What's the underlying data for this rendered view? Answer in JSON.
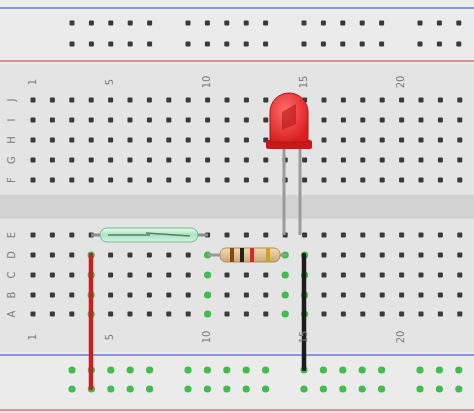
{
  "diagram": {
    "labels": [
      "1",
      "5",
      "10",
      "15",
      "20",
      "J",
      "I",
      "H",
      "G",
      "F",
      "E",
      "D",
      "C",
      "B",
      "A",
      "1",
      "5",
      "10",
      "15",
      "20"
    ]
  }
}
